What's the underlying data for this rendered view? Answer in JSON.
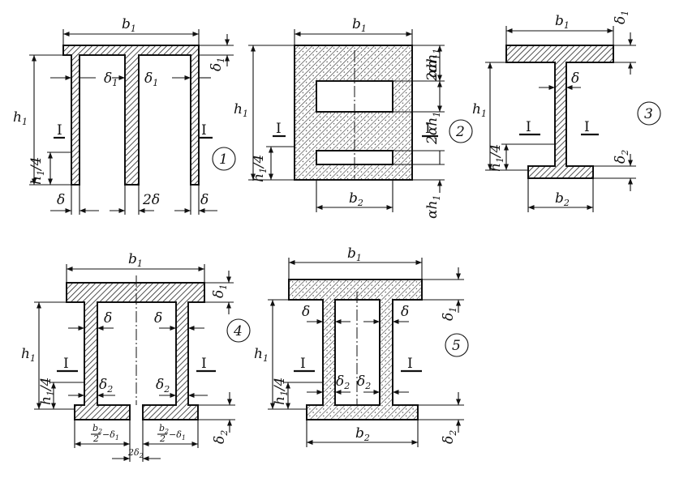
{
  "figures": [
    {
      "number": "1",
      "labels": {
        "b1": "b",
        "b1_sub": "1",
        "h1": "h",
        "h1_sub": "1",
        "h14": "h",
        "h14_sub": "1",
        "h14_tail": "/4",
        "d1a": "δ",
        "d1a_sub": "1",
        "d1b": "δ",
        "d1b_sub": "1",
        "d1c": "δ",
        "d1c_sub": "1",
        "d": "δ",
        "d2": "2δ",
        "d3": "δ",
        "sec": "I",
        "sec2": "I"
      }
    },
    {
      "number": "2",
      "labels": {
        "b1": "b",
        "b1_sub": "1",
        "b2": "b",
        "b2_sub": "2",
        "h1": "h",
        "h1_sub": "1",
        "h14": "h",
        "h14_sub": "1",
        "h14_tail": "/4",
        "ah1a": "αh",
        "ah1a_sub": "1",
        "ah1b": "2αh",
        "ah1b_sub": "1",
        "ah1c": "2αh",
        "ah1c_sub": "1",
        "ah1d": "αh",
        "ah1d_sub": "1",
        "sec": "I",
        "sec2": "I"
      }
    },
    {
      "number": "3",
      "labels": {
        "b1": "b",
        "b1_sub": "1",
        "b2": "b",
        "b2_sub": "2",
        "h1": "h",
        "h1_sub": "1",
        "h14": "h",
        "h14_sub": "1",
        "h14_tail": "/4",
        "d": "δ",
        "d1": "δ",
        "d1_sub": "1",
        "d2": "δ",
        "d2_sub": "2",
        "sec": "I",
        "sec2": "I"
      }
    },
    {
      "number": "4",
      "labels": {
        "b1": "b",
        "b1_sub": "1",
        "h1": "h",
        "h1_sub": "1",
        "h14": "h",
        "h14_sub": "1",
        "h14_tail": "/4",
        "d1": "δ",
        "d1_sub": "1",
        "da": "δ",
        "db": "δ",
        "d2a": "δ",
        "d2a_sub": "2",
        "d2b": "δ",
        "d2b_sub": "2",
        "d2c": "δ",
        "d2c_sub": "2",
        "frac_l_num": "b",
        "frac_l_num_sub": "2",
        "frac_l_den": "2",
        "frac_l_tail": "−δ",
        "frac_l_tail_sub": "1",
        "frac_r_num": "b",
        "frac_r_num_sub": "2",
        "frac_r_den": "2",
        "frac_r_tail": "−δ",
        "frac_r_tail_sub": "1",
        "gap": "2δ",
        "gap_sub": "2",
        "sec": "I",
        "sec2": "I"
      }
    },
    {
      "number": "5",
      "labels": {
        "b1": "b",
        "b1_sub": "1",
        "b2": "b",
        "b2_sub": "2",
        "h1": "h",
        "h1_sub": "1",
        "h14": "h",
        "h14_sub": "1",
        "h14_tail": "/4",
        "d1": "δ",
        "d1_sub": "1",
        "da": "δ",
        "db": "δ",
        "d2a": "δ",
        "d2a_sub": "2",
        "d2b": "δ",
        "d2b_sub": "2",
        "d2c": "δ",
        "d2c_sub": "2",
        "sec": "I",
        "sec2": "I"
      }
    }
  ]
}
